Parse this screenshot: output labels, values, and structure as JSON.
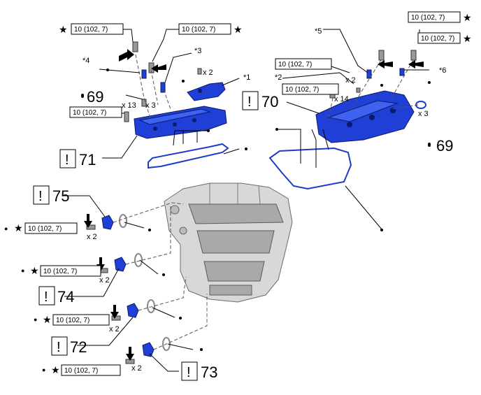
{
  "torque": "10 (102, 7)",
  "quantities": {
    "x2": "x 2",
    "x3": "x 3",
    "x13": "x 13",
    "x14": "x 14"
  },
  "callouts": {
    "c1": "*1",
    "c2": "*2",
    "c3": "*3",
    "c4": "*4",
    "c5": "*5",
    "c6": "*6"
  },
  "numbers": {
    "n69": "69",
    "n70": "70",
    "n71": "71",
    "n72": "72",
    "n73": "73",
    "n74": "74",
    "n75": "75"
  },
  "symbols": {
    "star": "★",
    "bullet": "●",
    "caution": "!"
  },
  "colors": {
    "part": "#1f3fd6",
    "engine": "#d8d8d8"
  }
}
